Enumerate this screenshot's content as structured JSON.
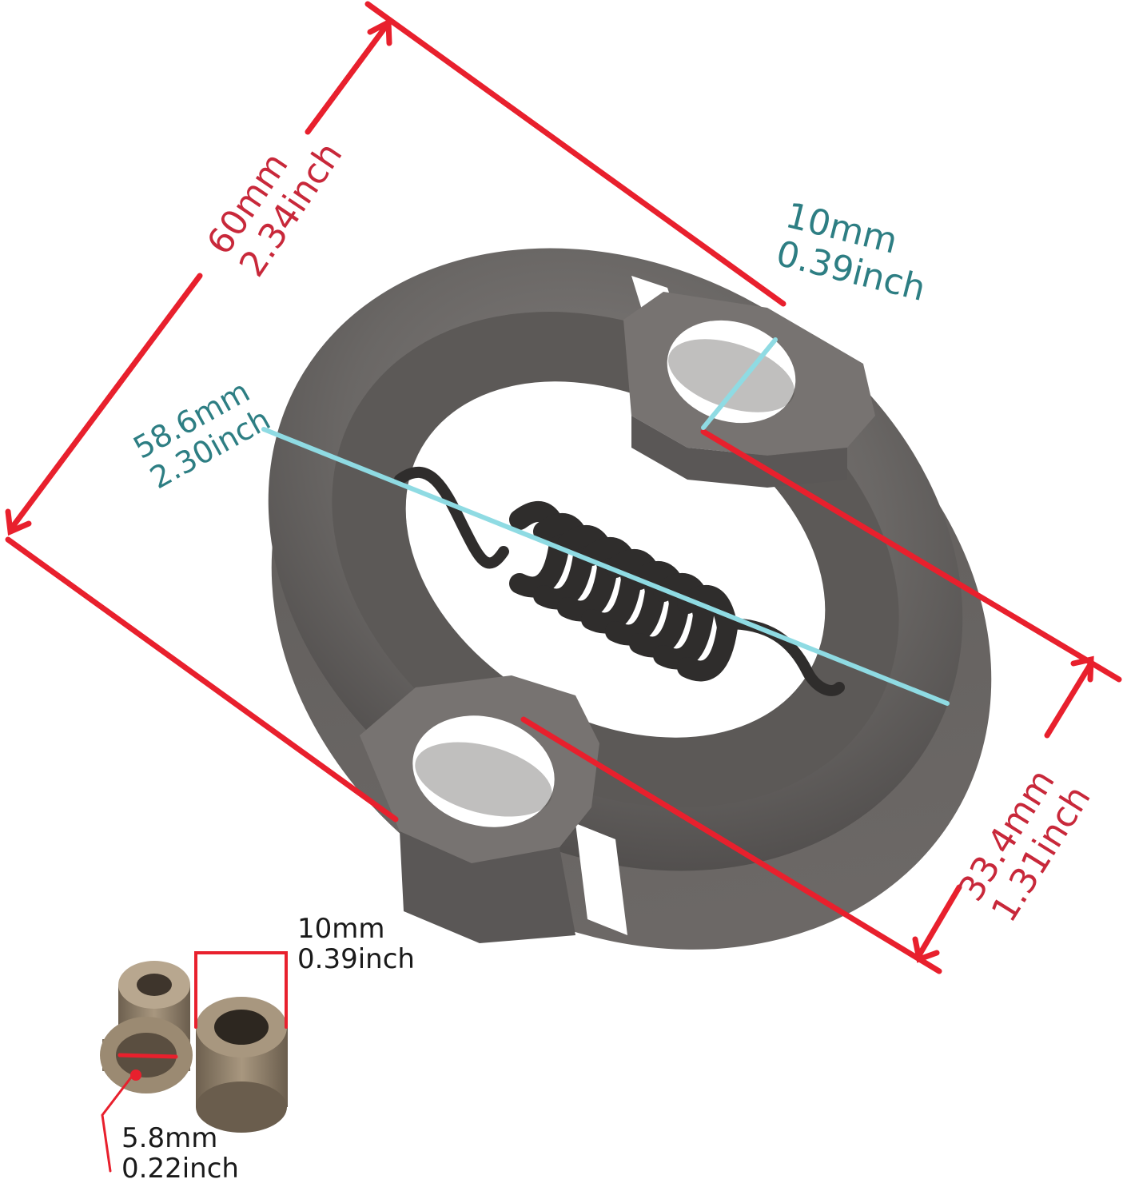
{
  "colors": {
    "background": "#ffffff",
    "metal": "#6b6866",
    "metal_dark": "#3f3c3b",
    "metal_light": "#8a8682",
    "red_dimension": "#e8202d",
    "red_text": "#c8283a",
    "teal_text": "#2d7e83",
    "cyan_line": "#8fdbe3",
    "black_text": "#1a1a1a",
    "bushing": "#8a7a68"
  },
  "dimensions": {
    "outer_diameter": {
      "mm": "60mm",
      "inch": "2.34inch"
    },
    "inner_diameter": {
      "mm": "58.6mm",
      "inch": "2.30inch"
    },
    "hole_diameter": {
      "mm": "10mm",
      "inch": "0.39inch"
    },
    "shoe_width": {
      "mm": "33.4mm",
      "inch": "1.31inch"
    },
    "bushing_length": {
      "mm": "10mm",
      "inch": "0.39inch"
    },
    "bushing_bore": {
      "mm": "5.8mm",
      "inch": "0.22inch"
    }
  }
}
